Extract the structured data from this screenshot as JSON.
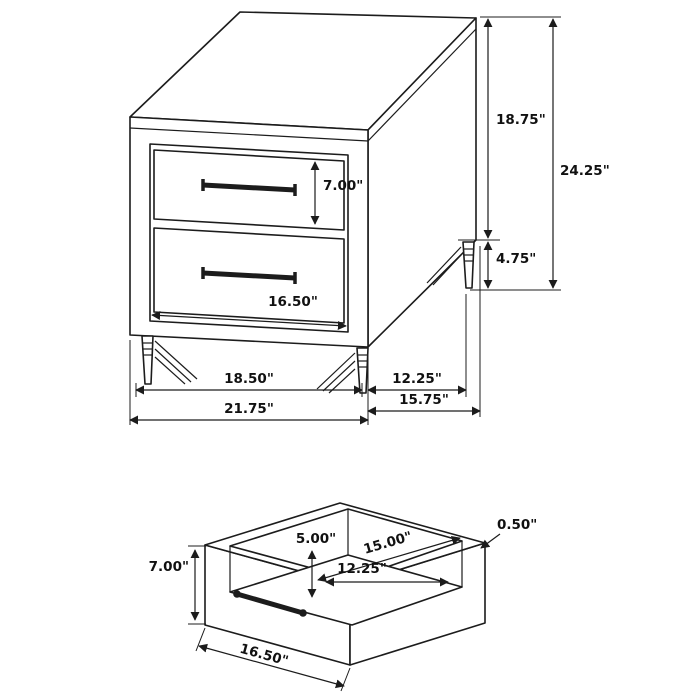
{
  "diagram": {
    "type": "furniture-dimension-diagram",
    "product": "2-drawer nightstand with open drawer detail",
    "colors": {
      "line": "#1c1c1c",
      "text": "#111111",
      "background": "#ffffff"
    },
    "nightstand_view": {
      "dims": {
        "drawer_height": "7.00\"",
        "case_height": "18.75\"",
        "overall_height": "24.25\"",
        "leg_height": "4.75\"",
        "drawer_width": "16.50\"",
        "leg_span_width": "18.50\"",
        "leg_span_depth": "12.25\"",
        "overall_width": "21.75\"",
        "overall_depth": "15.75\""
      }
    },
    "drawer_view": {
      "dims": {
        "front_height": "7.00\"",
        "interior_height": "5.00\"",
        "interior_depth": "15.00\"",
        "interior_width": "12.25\"",
        "panel_thickness": "0.50\"",
        "front_width": "16.50\""
      }
    }
  }
}
